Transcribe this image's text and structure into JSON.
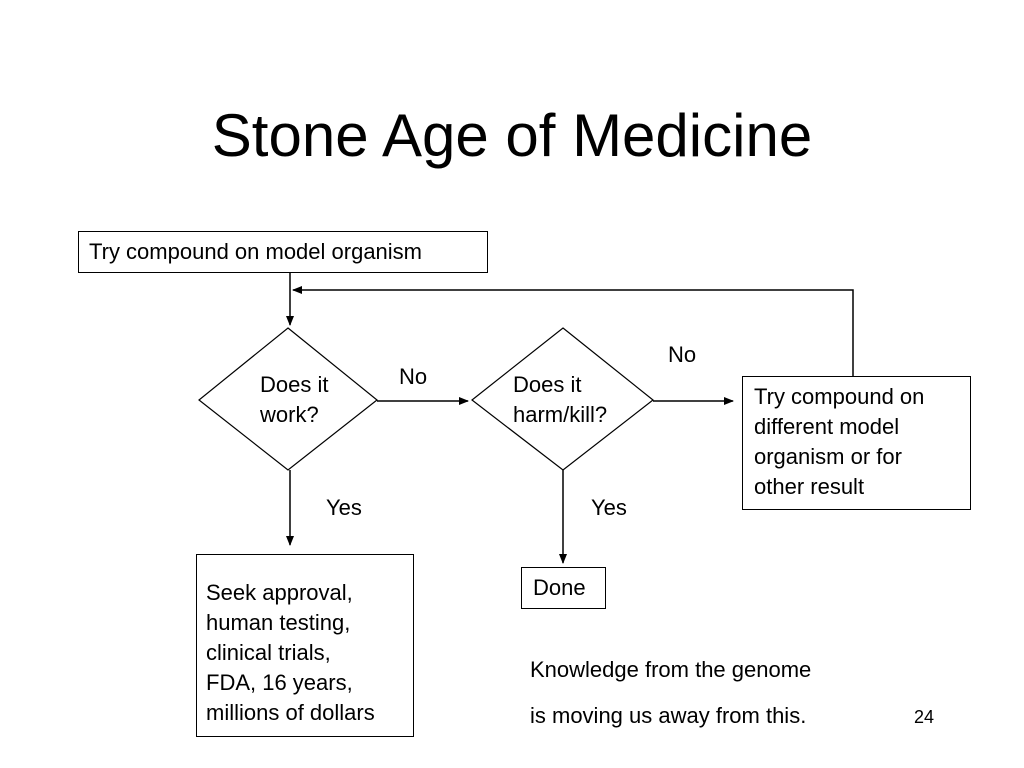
{
  "slide": {
    "title": "Stone Age of Medicine",
    "page_number": "24"
  },
  "flowchart": {
    "start_box": "Try compound on model organism",
    "decision_work_line1": "Does it",
    "decision_work_line2": "work?",
    "decision_harm_line1": "Does it",
    "decision_harm_line2": "harm/kill?",
    "retry_box_lines": [
      "Try compound on",
      "different model",
      "organism or for",
      "other result"
    ],
    "approval_box_lines": [
      "Seek approval,",
      "human testing,",
      "clinical trials,",
      "FDA, 16 years,",
      "millions of dollars"
    ],
    "done_box": "Done",
    "edge_no_1": "No",
    "edge_no_2": "No",
    "edge_yes_1": "Yes",
    "edge_yes_2": "Yes"
  },
  "note": {
    "line1": "Knowledge from the genome",
    "line2": "is moving us away from this."
  }
}
